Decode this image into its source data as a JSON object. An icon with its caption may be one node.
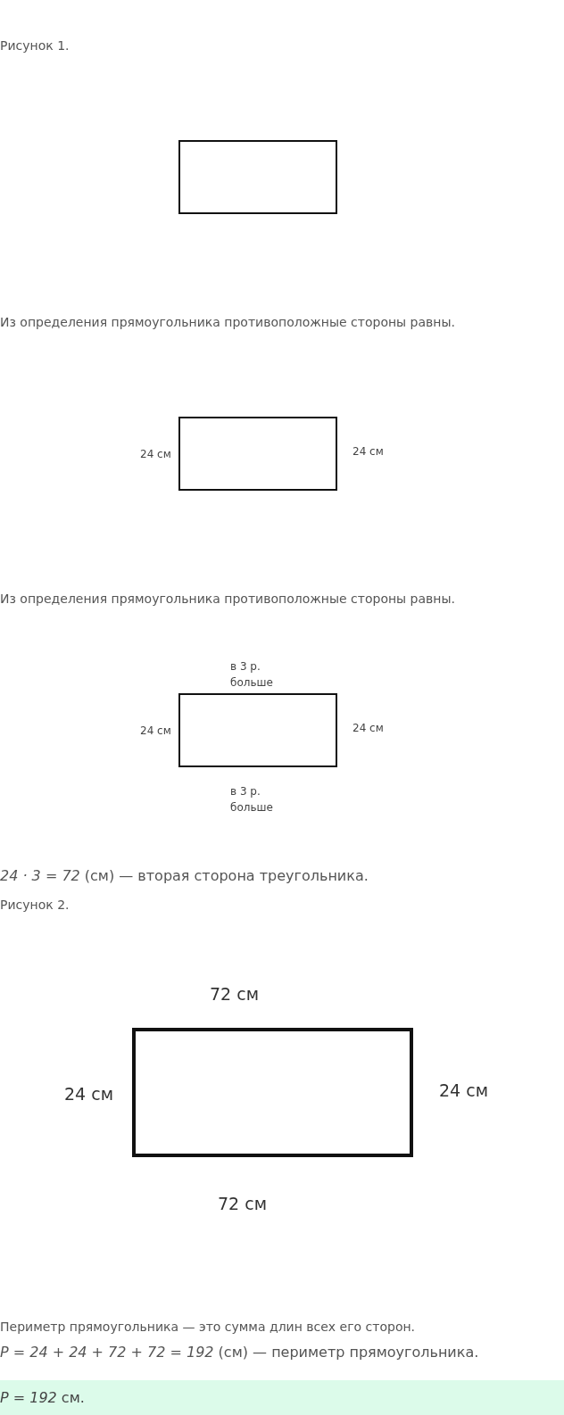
{
  "diagram": {
    "nodes": [
      {
        "text": [],
        "shape": "box"
      },
      {
        "text": [],
        "shape": "box",
        "beside": [
          "24 см",
          "24 см"
        ]
      },
      {
        "text": [],
        "shape": "box",
        "beside": [
          "в 3 р. больше",
          "24 см",
          "24 см",
          "в 3 р. больше"
        ]
      },
      {
        "text": [],
        "shape": "box",
        "beside": [
          "72 см",
          "24 см",
          "24 см",
          "72 см"
        ]
      }
    ],
    "labels": [
      "Рисунок 1.",
      "Из определения прямоугольника противоположные стороны равны.",
      "Из определения прямоугольника противоположные стороны равны.",
      "*24 · 3 = 72* (см) — вторая сторона треугольника.",
      "Рисунок 2.",
      "Периметр прямоугольника — это сумма длин всех его сторон.",
      "*P = 24 + 24 + 72 + 72 = 192* (см) — периметр прямоугольника.",
      "*P = 192* см."
    ]
  }
}
